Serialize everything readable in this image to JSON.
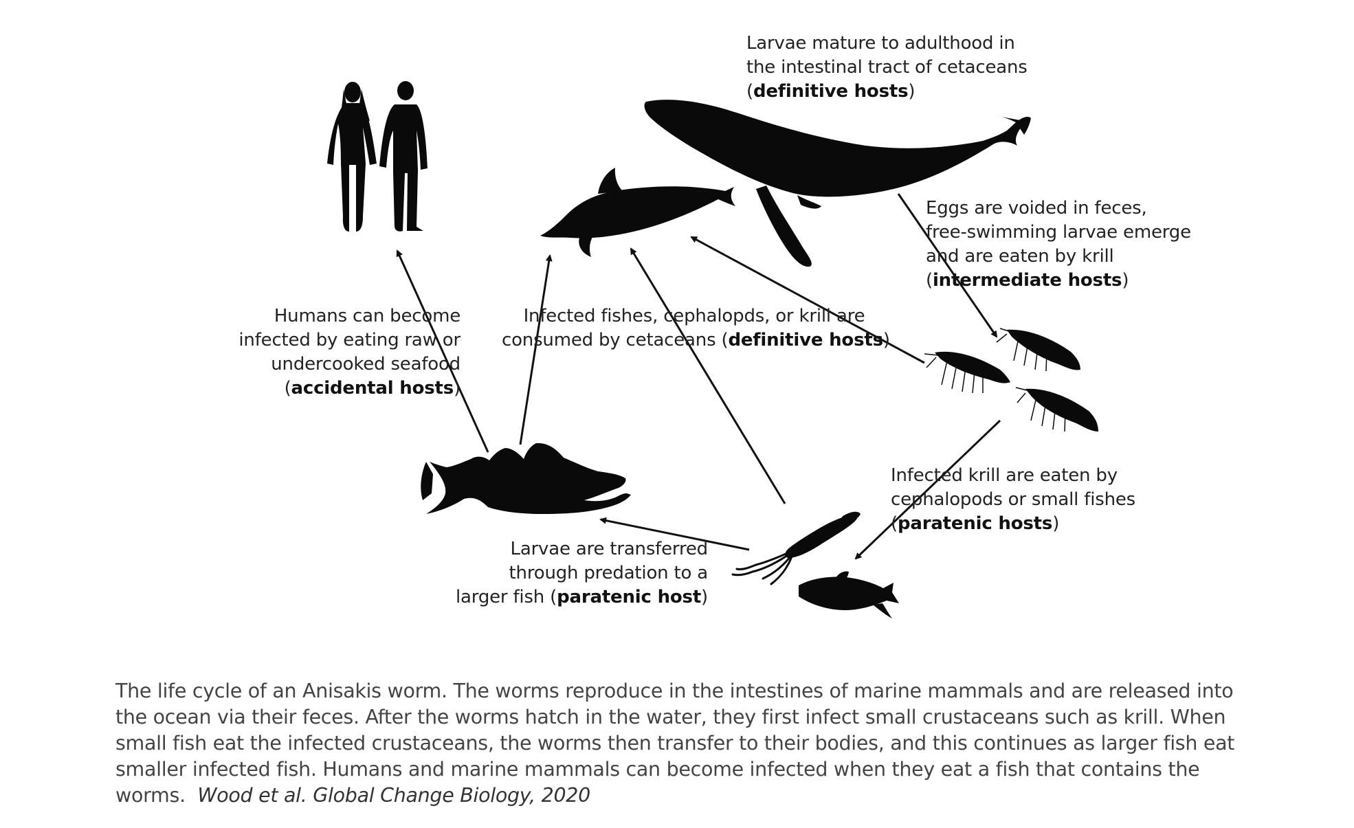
{
  "diagram": {
    "labels": {
      "adult": {
        "lines": [
          "Larvae mature to adulthood in",
          "the intestinal tract of cetaceans"
        ],
        "bold_pre": "(",
        "bold": "definitive hosts",
        "bold_post": ")"
      },
      "eggs": {
        "lines": [
          "Eggs are voided in feces,",
          "free-swimming larvae emerge",
          "and are eaten by krill"
        ],
        "bold_pre": "(",
        "bold": "intermediate hosts",
        "bold_post": ")"
      },
      "humans": {
        "lines": [
          "Humans can become",
          "infected by eating raw or",
          "undercooked seafood"
        ],
        "bold_pre": "(",
        "bold": "accidental hosts",
        "bold_post": ")"
      },
      "consumed": {
        "line1": "Infected fishes, cephalopds, or krill are",
        "line2_pre": "consumed by cetaceans (",
        "bold": "definitive hosts",
        "bold_post": ")"
      },
      "krill_eaten": {
        "lines": [
          "Infected krill are eaten by",
          "cephalopods or small fishes"
        ],
        "bold_pre": "(",
        "bold": "paratenic hosts",
        "bold_post": ")"
      },
      "transferred": {
        "lines": [
          "Larvae are transferred",
          "through predation to a"
        ],
        "line3_pre": "larger fish (",
        "bold": "paratenic host",
        "bold_post": ")"
      }
    },
    "nodes": [
      "whale-silhouette",
      "dolphin-silhouette",
      "humans-silhouette",
      "krill-silhouette",
      "cod-silhouette",
      "squid-silhouette",
      "small-fish-silhouette"
    ],
    "colors": {
      "silhouette": "#0a0a0a",
      "arrow": "#111111"
    }
  },
  "caption": {
    "text": "The life cycle of an Anisakis worm. The worms reproduce in the intestines of marine mammals and are released into the ocean via their feces. After the worms hatch in the water, they first infect small crustaceans such as krill. When small fish eat the infected crustaceans, the worms then transfer to their bodies, and this continues as larger fish eat smaller infected fish. Humans and marine mammals can become infected when they eat a fish that contains the worms.",
    "credit": "Wood et al. Global Change Biology, 2020"
  }
}
